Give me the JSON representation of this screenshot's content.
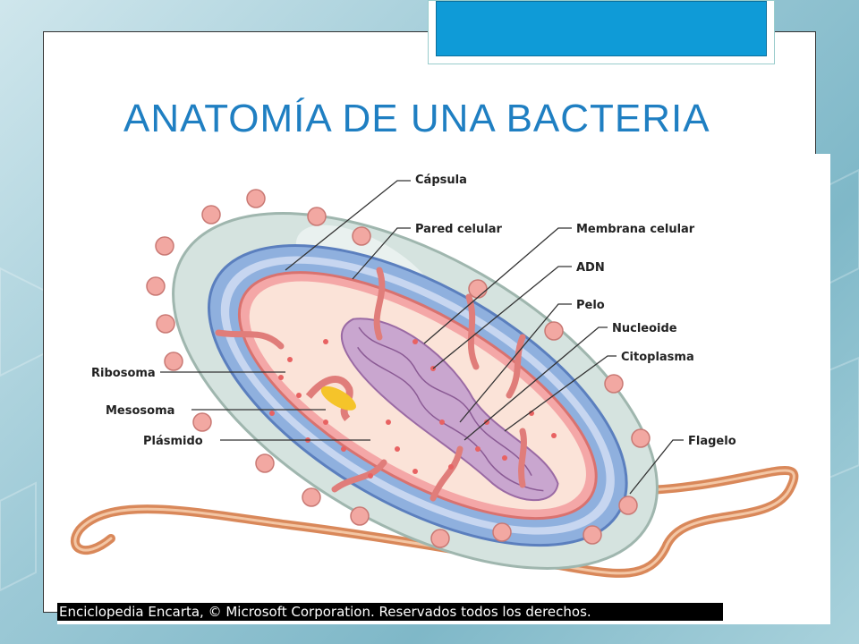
{
  "slide": {
    "title": "ANATOMÍA DE UNA BACTERIA"
  },
  "diagram": {
    "labels": {
      "capsula": "Cápsula",
      "pared_celular": "Pared celular",
      "membrana_celular": "Membrana celular",
      "adn": "ADN",
      "pelo": "Pelo",
      "nucleoide": "Nucleoide",
      "citoplasma": "Citoplasma",
      "flagelo": "Flagelo",
      "ribosoma": "Ribosoma",
      "mesosoma": "Mesosoma",
      "plasmido": "Plásmido"
    },
    "copyright": "Enciclopedia Encarta, © Microsoft Corporation. Reservados todos los derechos."
  },
  "colors": {
    "title": "#1f7fc2",
    "accent_tab": "#0f9bd7",
    "capsule": "#d5e3df",
    "cell_wall": "#8fb0de",
    "membrane": "#f4a7a7",
    "cytoplasm": "#fbe3d8",
    "nucleoid": "#c9a6cf",
    "flagellum": "#d9885a",
    "plasmid": "#f5c42a"
  }
}
